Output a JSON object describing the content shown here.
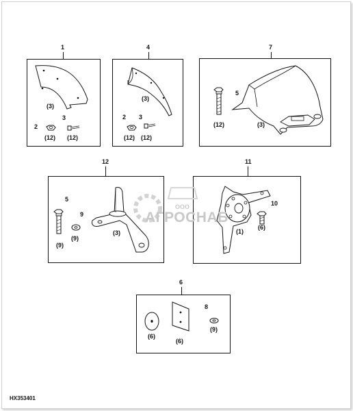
{
  "groups": {
    "g1": {
      "callout": "1",
      "parts": {
        "a": "(3)",
        "b_num": "2",
        "b_qty": "(12)",
        "c_num": "3",
        "c_qty": "(12)"
      }
    },
    "g4": {
      "callout": "4",
      "parts": {
        "a": "(3)",
        "b_num": "2",
        "b_qty": "(12)",
        "c_num": "3",
        "c_qty": "(12)"
      }
    },
    "g7": {
      "callout": "7",
      "parts": {
        "a": "(3)",
        "b_num": "5",
        "b_qty": "(12)"
      }
    },
    "g12": {
      "callout": "12",
      "parts": {
        "a": "(3)",
        "b_num": "5",
        "b_qty": "(9)",
        "c_num": "9",
        "c_qty": "(9)"
      }
    },
    "g11": {
      "callout": "11",
      "parts": {
        "a": "(1)",
        "b_num": "10",
        "b_qty": "(6)"
      }
    },
    "g6": {
      "callout": "6",
      "parts": {
        "a": "(6)",
        "b": "(6)",
        "c_num": "8",
        "c_qty": "(9)"
      }
    }
  },
  "watermark": {
    "small": "ООО",
    "big": "АГРОСНАБ"
  },
  "drawing_id": "HX353401"
}
